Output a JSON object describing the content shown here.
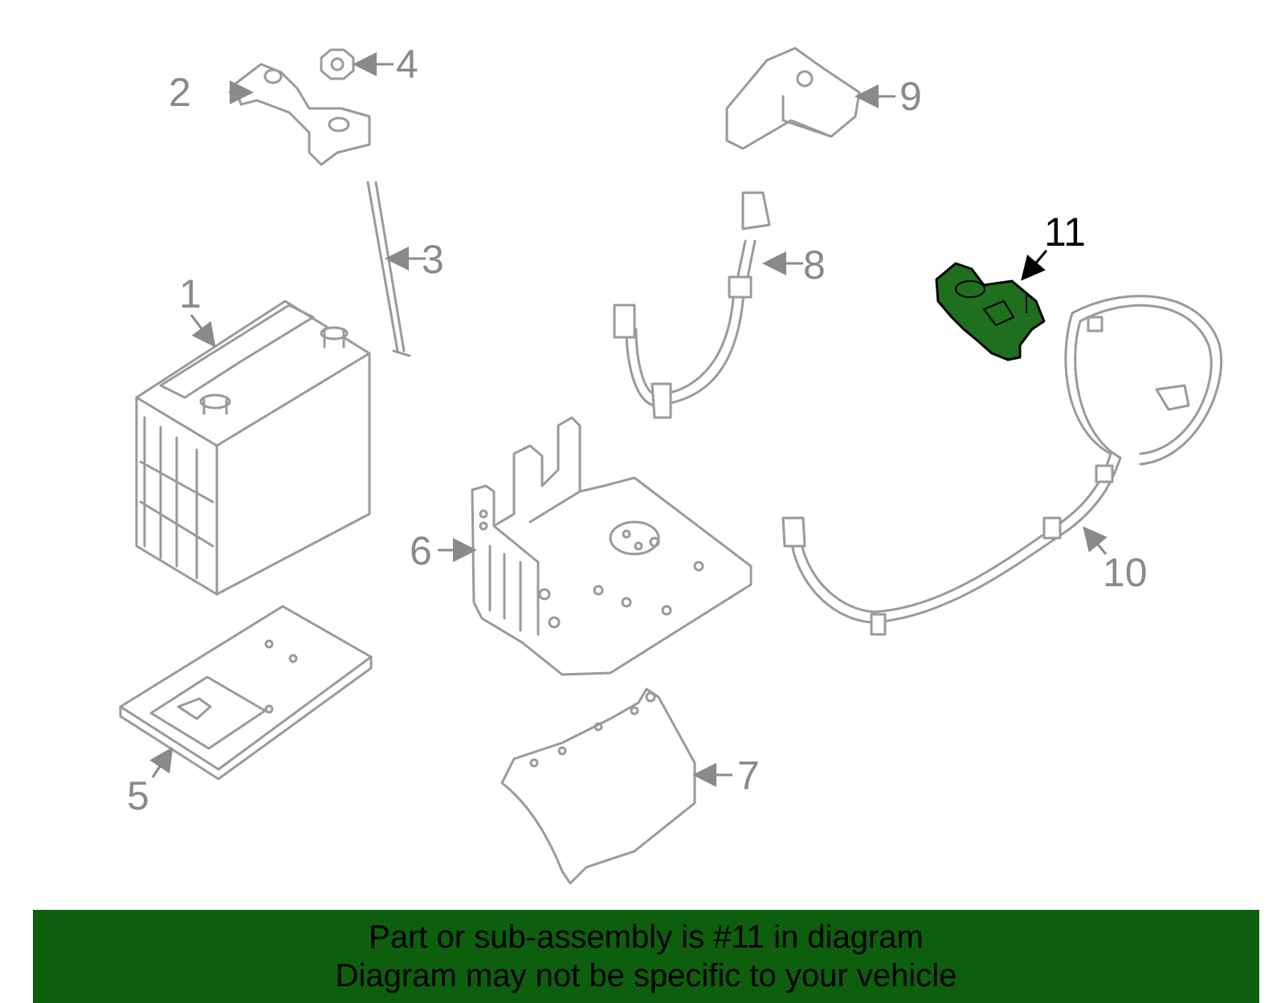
{
  "callouts": {
    "c1": "1",
    "c2": "2",
    "c3": "3",
    "c4": "4",
    "c5": "5",
    "c6": "6",
    "c7": "7",
    "c8": "8",
    "c9": "9",
    "c10": "10",
    "c11": "11"
  },
  "highlight": {
    "part": "11",
    "color": "#1f6f1f"
  },
  "banner": {
    "line1": "Part or sub-assembly is #11 in diagram",
    "line2": "Diagram may not be specific to your vehicle",
    "color": "#0d5e0d"
  }
}
